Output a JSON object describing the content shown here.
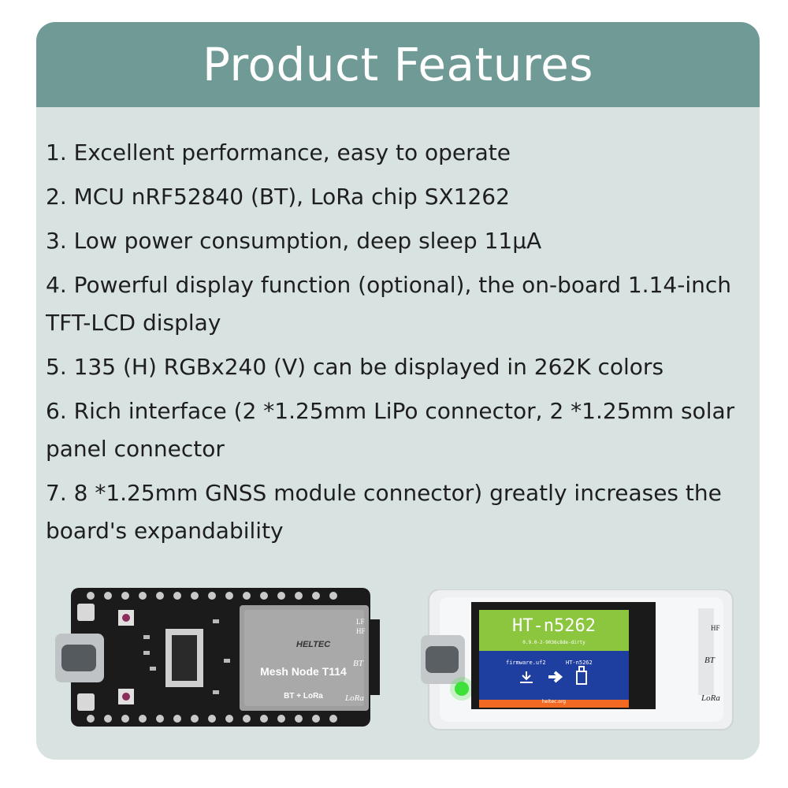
{
  "header": {
    "title": "Product Features"
  },
  "features": [
    "1. Excellent performance, easy to operate",
    "2. MCU nRF52840 (BT), LoRa chip SX1262",
    "3. Low power consumption, deep sleep 11µA",
    "4. Powerful display function (optional), the on-board 1.14-inch TFT-LCD display",
    "5. 135 (H) RGBx240 (V) can be displayed in 262K colors",
    "6. Rich interface (2 *1.25mm LiPo connector, 2 *1.25mm solar panel connector",
    "7. 8 *1.25mm GNSS module connector) greatly increases the board's expandability"
  ],
  "board1": {
    "brand": "HELTEC",
    "model": "Mesh Node T114",
    "sub": "BT + LoRa",
    "lf": "LF",
    "hf": "HF",
    "bt": "BT",
    "lora": "LoRa"
  },
  "board2": {
    "screen_title": "HT-n5262",
    "screen_version": "0.9.0-2-9036c8de-dirty",
    "screen_file": "firmware.uf2",
    "screen_target": "HT-n5262",
    "screen_url": "heltec.org",
    "hf": "HF",
    "bt": "BT",
    "lora": "LoRa"
  },
  "colors": {
    "header": "#6f9a96",
    "card": "#d7e2e1",
    "screen_green": "#8cc63f",
    "screen_blue": "#1f3fa0",
    "screen_orange": "#f26a21"
  }
}
